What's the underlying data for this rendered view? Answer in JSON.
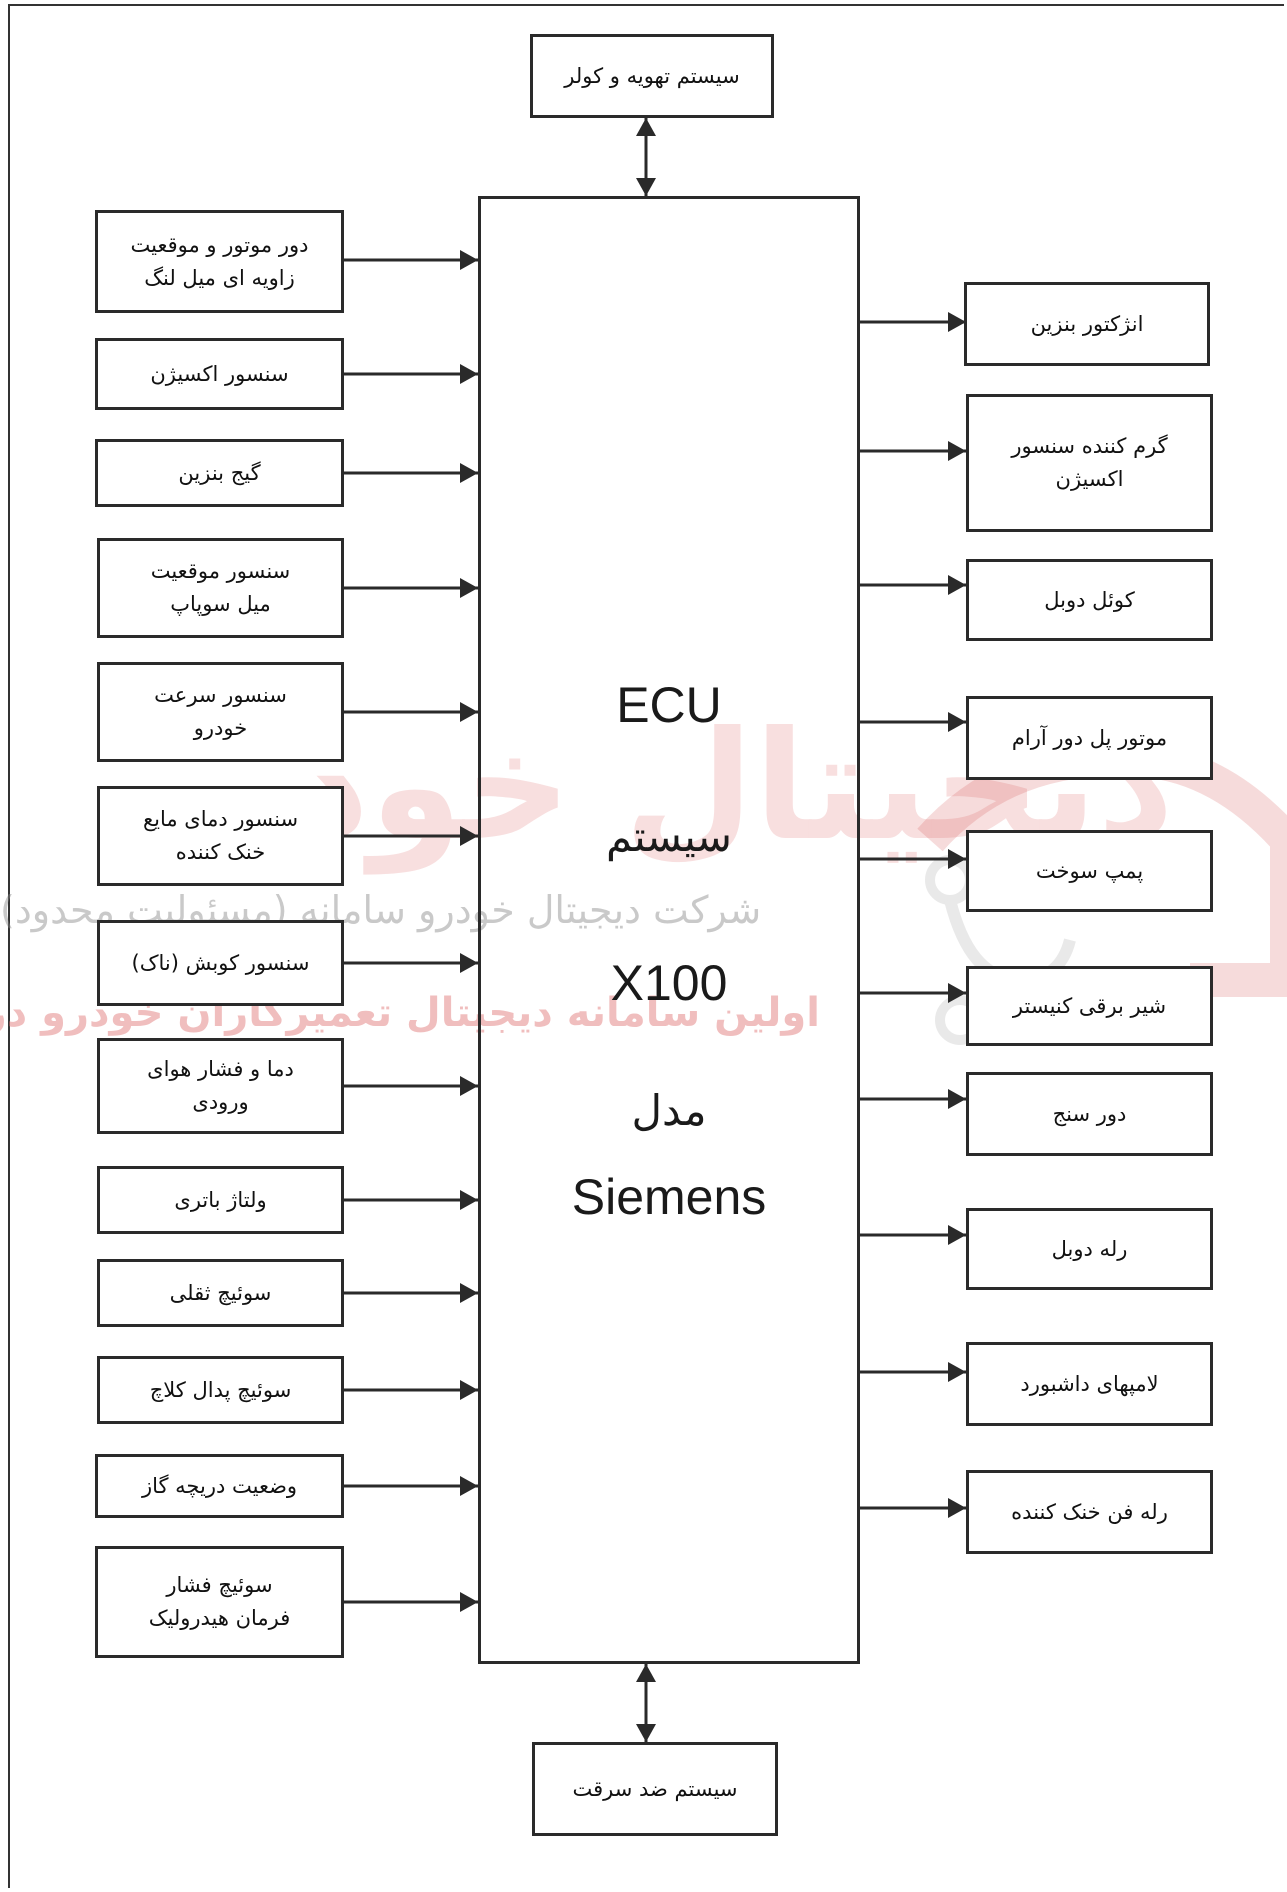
{
  "ecu": {
    "line1": "ECU",
    "line2": "سیستم",
    "line3": "X100",
    "line4": "مدل",
    "line5": "Siemens"
  },
  "top_box": "سیستم تهویه و کولر",
  "bottom_box": "سیستم ضد سرقت",
  "inputs": [
    "دور موتور و موقعیت\nزاویه ای میل لنگ",
    "سنسور اکسیژن",
    "گیج بنزین",
    "سنسور موقعیت\nمیل سوپاپ",
    "سنسور سرعت\nخودرو",
    "سنسور دمای مایع\nخنک کننده",
    "سنسور کوبش (ناک)",
    "دما و فشار هوای\nورودی",
    "ولتاژ باتری",
    "سوئیچ ثقلی",
    "سوئیچ پدال کلاچ",
    "وضعیت دریچه گاز",
    "سوئیچ فشار\nفرمان هیدرولیک"
  ],
  "outputs": [
    "انژکتور بنزین",
    "گرم کننده سنسور\nاکسیژن",
    "کوئل دوبل",
    "موتور پل دور آرام",
    "پمپ سوخت",
    "شیر برقی کنیستر",
    "دور سنج",
    "رله دوبل",
    "لامپهای داشبورد",
    "رله فن خنک کننده"
  ],
  "watermark": {
    "logo_text": "دیجیتال خودرو",
    "line1": "شرکت دیجیتال خودرو سامانه (مسئولیت محدود)",
    "line2": "اولین سامانه دیجیتال تعمیرکاران خودرو در ایران",
    "color": "#e07070"
  },
  "colors": {
    "stroke": "#2a2a2a",
    "text": "#111111"
  }
}
